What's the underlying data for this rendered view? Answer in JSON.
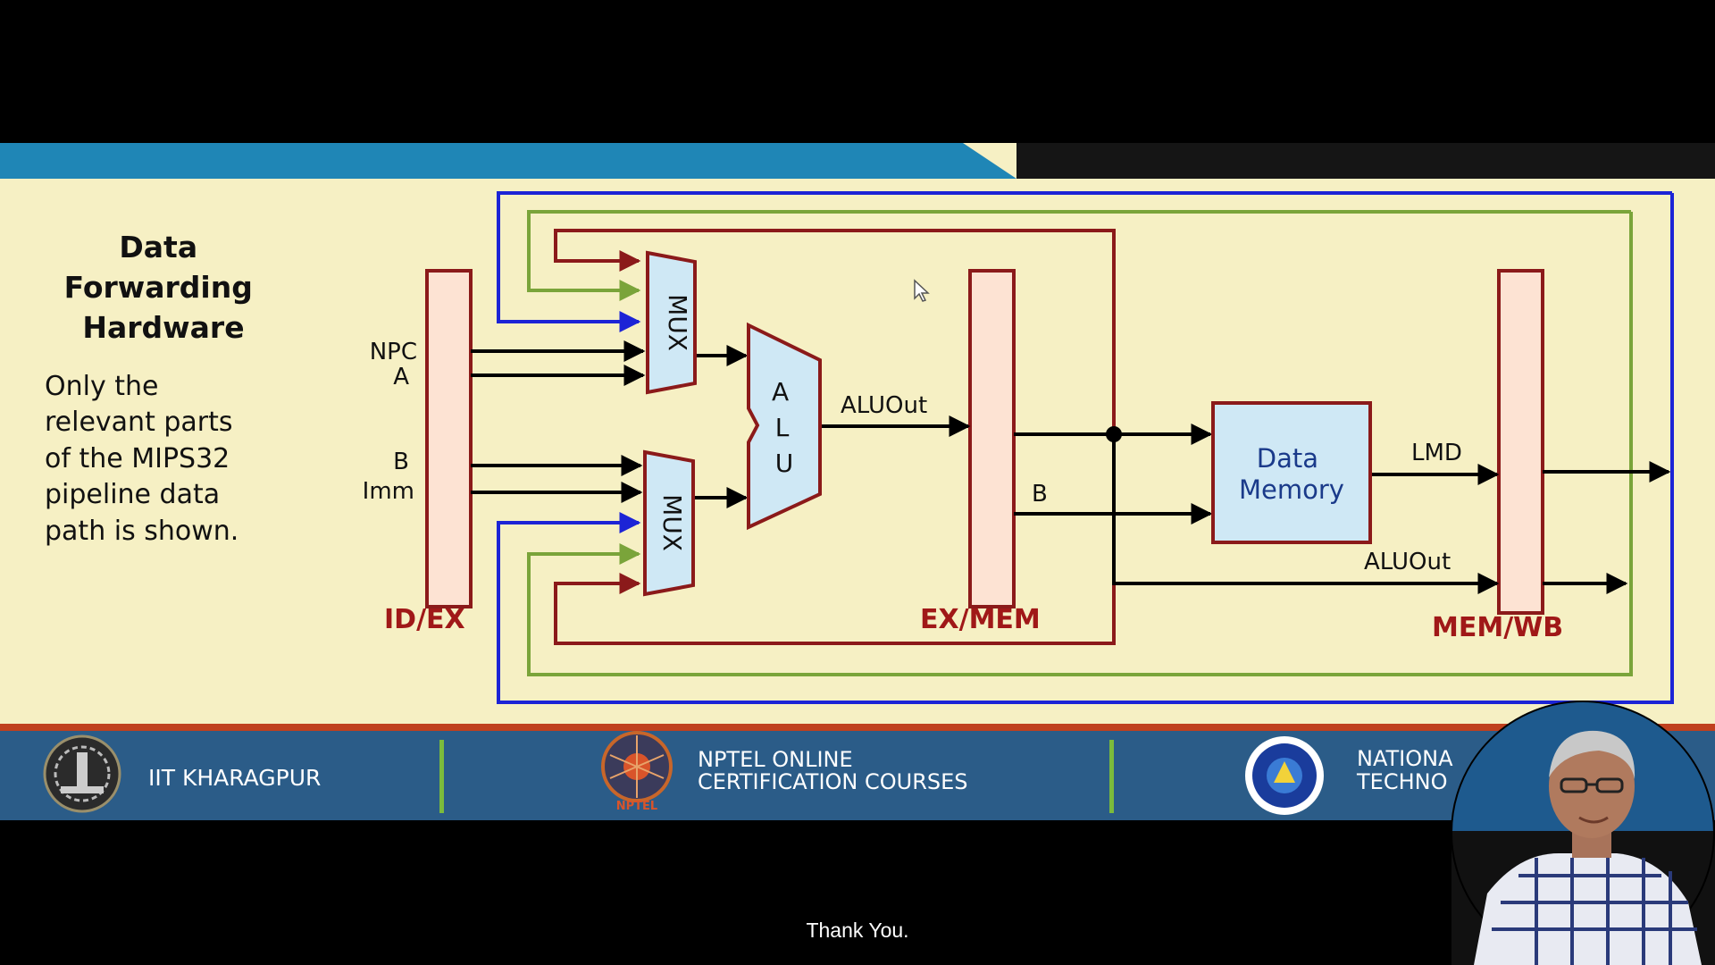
{
  "slide": {
    "title_lines": [
      "Data",
      "Forwarding",
      "Hardware"
    ],
    "description_lines": [
      "Only the",
      "relevant parts",
      "of the MIPS32",
      "pipeline data",
      "path is shown."
    ]
  },
  "diagram": {
    "idex_inputs": [
      "NPC",
      "A",
      "B",
      "Imm"
    ],
    "mux_label": "MUX",
    "alu_letters": [
      "A",
      "L",
      "U"
    ],
    "aluout_label": "ALUOut",
    "b_label": "B",
    "memory_lines": [
      "Data",
      "Memory"
    ],
    "lmd_label": "LMD",
    "aluout2_label": "ALUOut",
    "idex_label": "ID/EX",
    "exmem_label": "EX/MEM",
    "memwb_label": "MEM/WB"
  },
  "footer": {
    "iit_label": "IIT KHARAGPUR",
    "nptel_line1": "NPTEL ONLINE",
    "nptel_line2": "CERTIFICATION COURSES",
    "nptel_logo_text": "NPTEL",
    "national_line1": "NATIONA",
    "national_line2": "TECHNO"
  },
  "caption": "Thank You.",
  "colors": {
    "slide_bg": "#f6f0c4",
    "header_bar": "#1f86b6",
    "footer_bar": "#2b5c88",
    "footer_red_line": "#c0401e",
    "latch_fill": "#fde3d3",
    "latch_stroke": "#8b1a1a",
    "block_fill": "#cfe8f5",
    "forward_red": "#8b1a1a",
    "forward_green": "#7aa43a",
    "forward_blue": "#1c24d6",
    "label_red": "#a01818"
  }
}
